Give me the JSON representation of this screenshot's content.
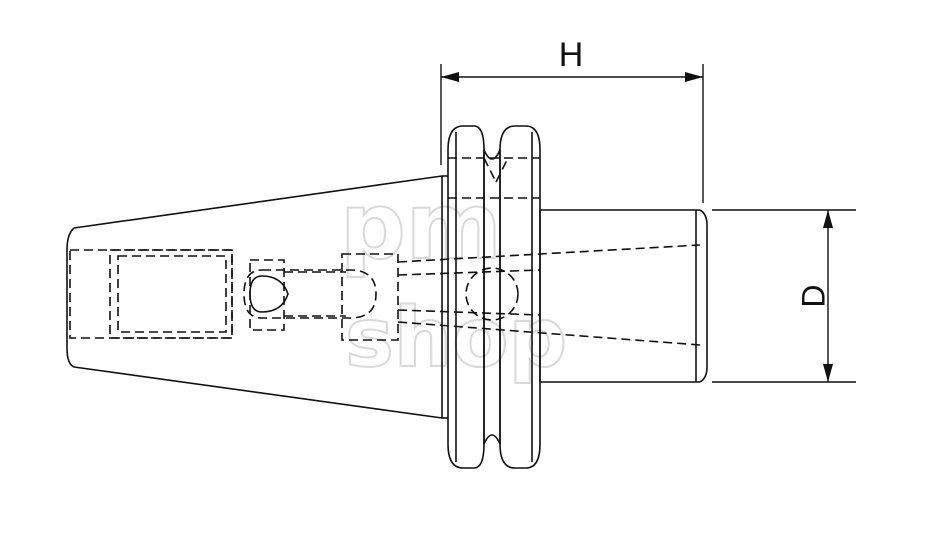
{
  "drawing": {
    "dimensions": {
      "length_label": "H",
      "diameter_label": "D"
    },
    "watermark": {
      "line1": "pm",
      "line2": "shop"
    }
  }
}
